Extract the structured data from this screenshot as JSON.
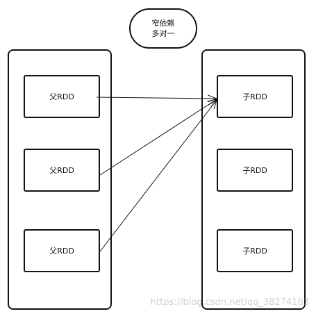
{
  "title": {
    "line1": "窄依赖",
    "line2": "多对一"
  },
  "parents": [
    {
      "label": "父RDD"
    },
    {
      "label": "父RDD"
    },
    {
      "label": "父RDD"
    }
  ],
  "children": [
    {
      "label": "子RDD"
    },
    {
      "label": "子RDD"
    },
    {
      "label": "子RDD"
    }
  ],
  "watermark": "https://blog.csdn.net/qq_38274163",
  "colors": {
    "stroke": "#111111",
    "background": "#ffffff"
  }
}
